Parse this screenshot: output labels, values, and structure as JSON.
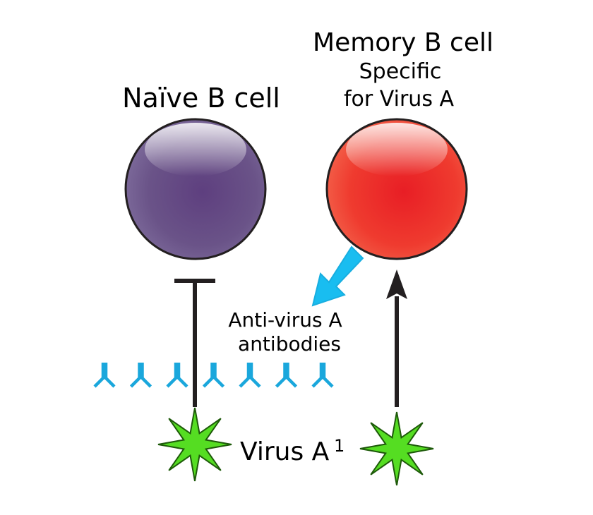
{
  "naive": {
    "title": "Naïve B cell"
  },
  "memory": {
    "title": "Memory B cell",
    "line1": "Specific",
    "line2": "for Virus A"
  },
  "antibodies": {
    "line1": "Anti-virus A",
    "line2": "antibodies",
    "count": 7
  },
  "virus": {
    "label": "Virus A",
    "superscript": "1"
  },
  "colors": {
    "naive_cell": "#6a5388",
    "memory_cell": "#ee3a2e",
    "antibody": "#1aa7dc",
    "secretion_arrow": "#19bdf0",
    "virus": "#55dd22",
    "line": "#231f20"
  }
}
